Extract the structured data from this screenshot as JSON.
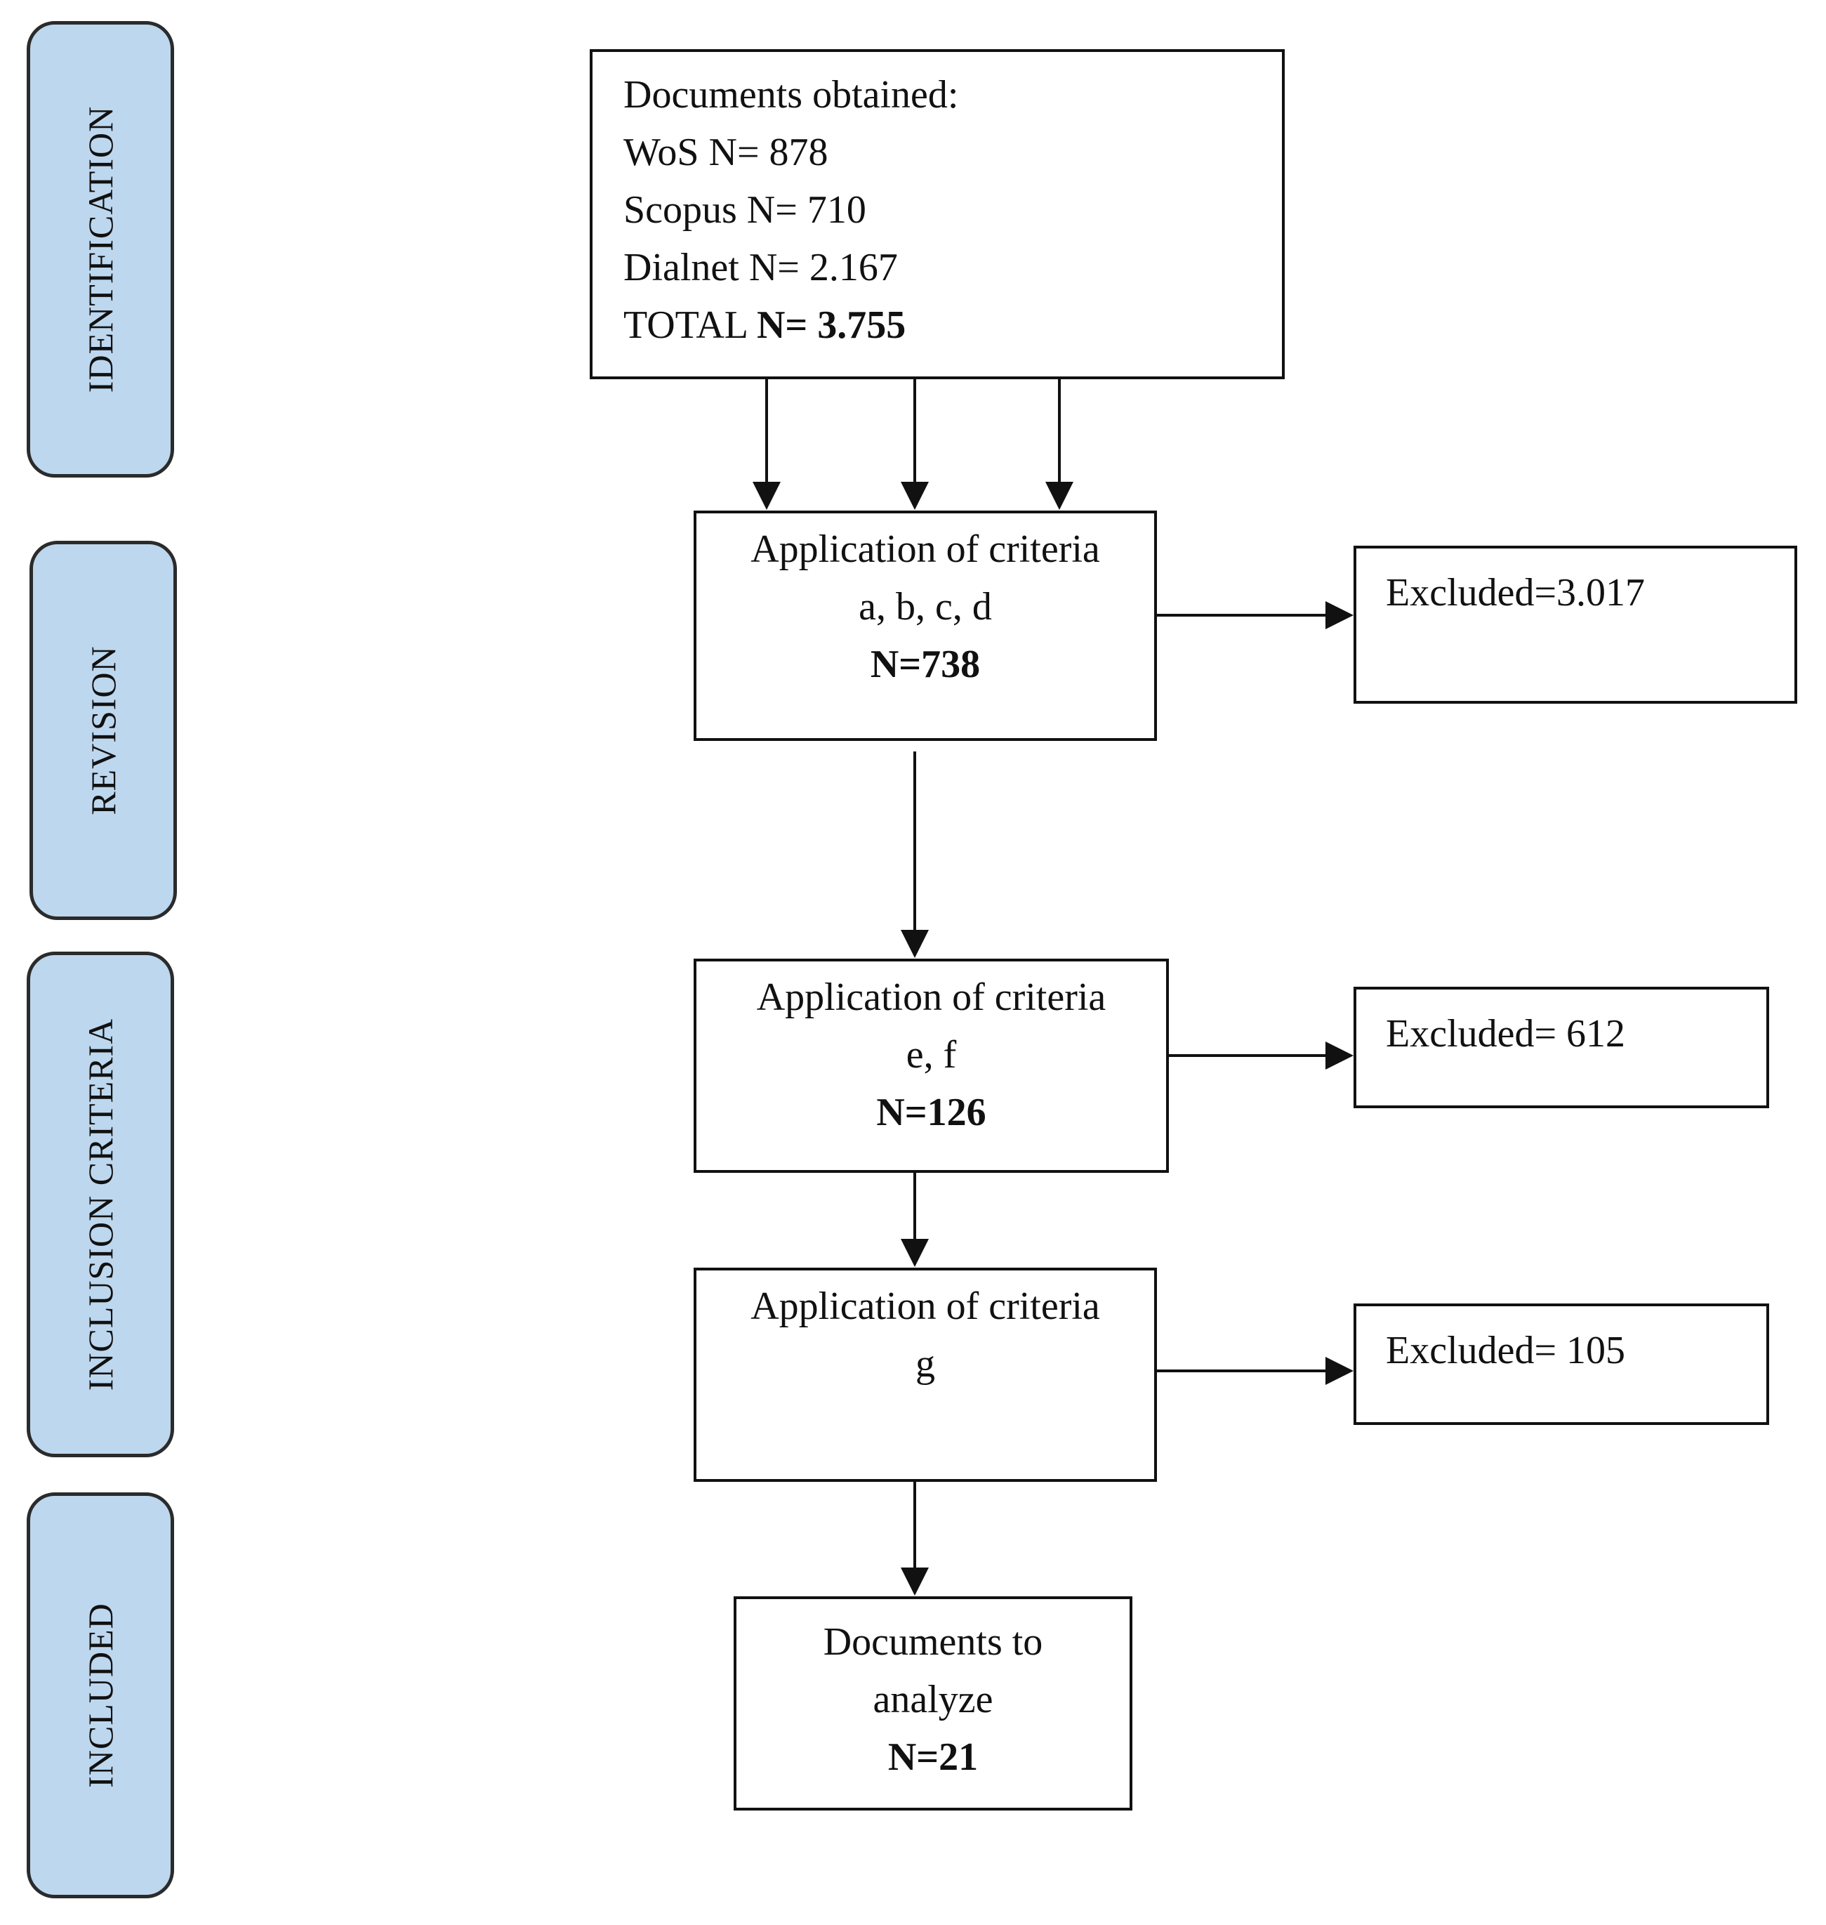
{
  "phases": [
    {
      "label": "IDENTIFICATION"
    },
    {
      "label": "REVISION"
    },
    {
      "label": "INCLUSION CRITERIA"
    },
    {
      "label": "INCLUDED"
    }
  ],
  "identification_box": {
    "heading": "Documents obtained:",
    "wos": "WoS N= 878",
    "scopus": "Scopus N= 710",
    "dialnet": "Dialnet N= 2.167",
    "total_prefix": "TOTAL ",
    "total_value": "N= 3.755"
  },
  "revision_box": {
    "line1": "Application of criteria",
    "line2": "a, b, c, d",
    "count": "N=738"
  },
  "revision_excluded": "Excluded=3.017",
  "inclusion_box_1": {
    "line1": "Application of criteria",
    "line2": "e, f",
    "count": "N=126"
  },
  "inclusion_excluded_1": "Excluded= 612",
  "inclusion_box_2": {
    "line1": "Application of criteria",
    "line2": "g"
  },
  "inclusion_excluded_2": "Excluded= 105",
  "included_box": {
    "line1": "Documents to",
    "line2": "analyze",
    "count": "N=21"
  },
  "colors": {
    "phase_fill": "#bdd7ee",
    "stroke": "#111111"
  }
}
